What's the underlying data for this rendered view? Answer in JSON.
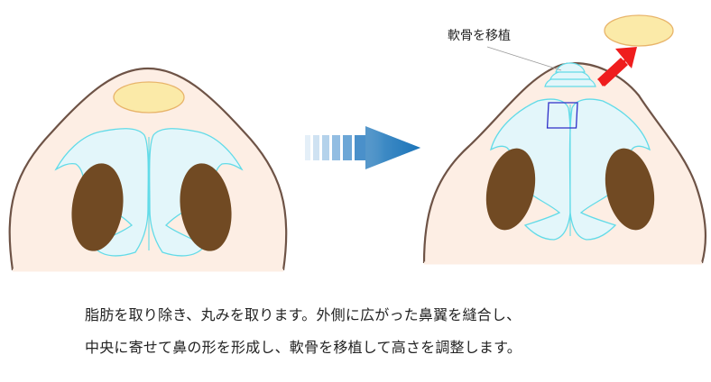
{
  "labels": {
    "cartilage_graft": "軟骨を移植"
  },
  "caption": {
    "line1": "脂肪を取り除き、丸みを取ります。外側に広がった鼻翼を縫合し、",
    "line2": "中央に寄せて鼻の形を形成し、軟骨を移植して高さを調整します。"
  },
  "colors": {
    "skin": "#fdeee4",
    "outline": "#6e5346",
    "fat_pad": "#fbeaa8",
    "fat_pad_edge": "#e8b46a",
    "cartilage": "#e3f6fa",
    "cartilage_edge": "#62dbe8",
    "nostril": "#714a23",
    "arrow_gradient_end": "#1c74b8",
    "removal_arrow": "#ef1d1d",
    "graft_box": "#2e2ec8"
  },
  "icons": {
    "transition_arrow": "gradient-right-arrow-icon",
    "removal_arrow": "red-diagonal-arrow-icon"
  }
}
